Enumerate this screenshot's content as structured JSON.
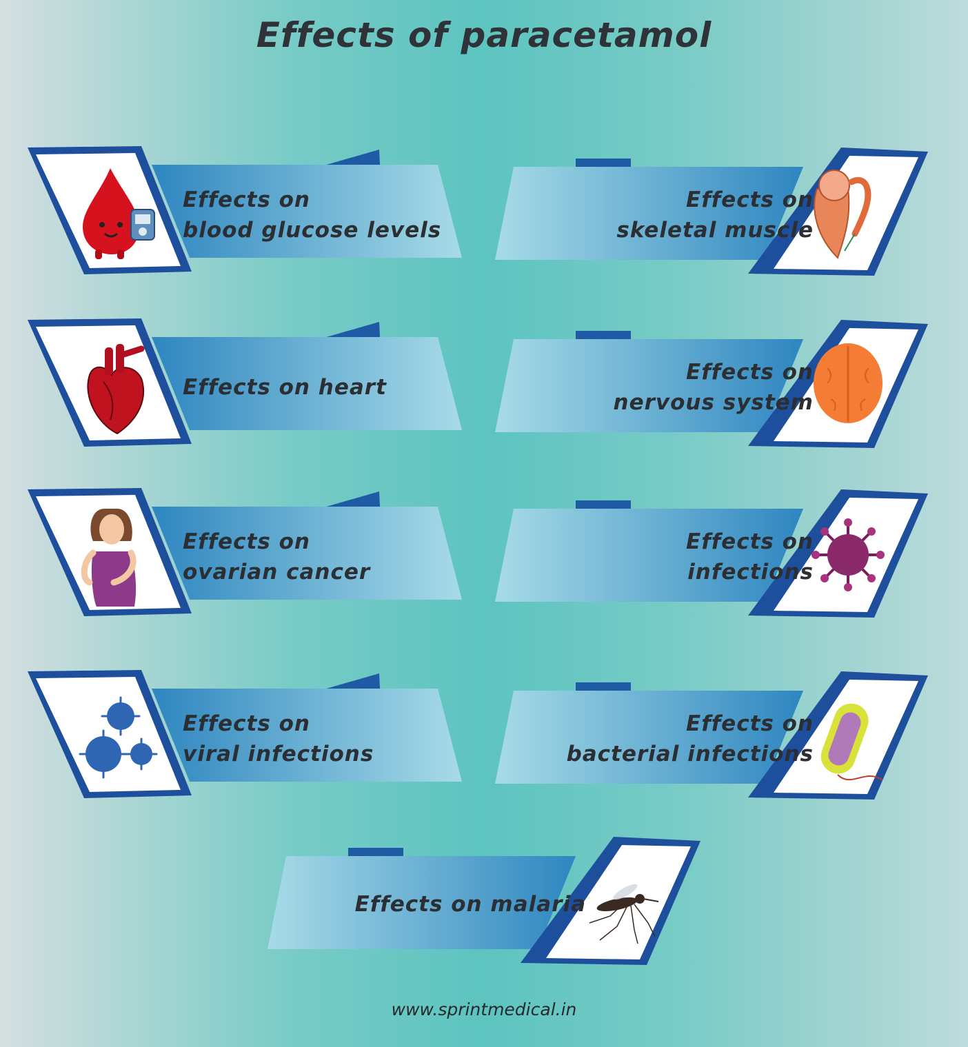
{
  "title": "Effects of paracetamol",
  "accent_colors": {
    "frame": "#1e4f9c",
    "band_dark": "#2e86c0",
    "band_light": "#a8dbe7",
    "text": "#2b2e33"
  },
  "cards": [
    {
      "lines": [
        "Effects on",
        "blood glucose levels"
      ],
      "icon": "blood-drop-glucometer-icon"
    },
    {
      "lines": [
        "Effects on",
        "skeletal muscle"
      ],
      "icon": "muscle-fiber-icon"
    },
    {
      "lines": [
        "Effects on heart"
      ],
      "icon": "heart-icon"
    },
    {
      "lines": [
        "Effects on",
        "nervous system"
      ],
      "icon": "brain-icon"
    },
    {
      "lines": [
        "Effects on",
        "ovarian cancer"
      ],
      "icon": "woman-abdominal-pain-icon"
    },
    {
      "lines": [
        "Effects on",
        "infections"
      ],
      "icon": "virus-particle-icon"
    },
    {
      "lines": [
        "Effects on",
        "viral infections"
      ],
      "icon": "virus-cluster-icon"
    },
    {
      "lines": [
        "Effects on",
        "bacterial infections"
      ],
      "icon": "bacterium-icon"
    },
    {
      "lines": [
        "Effects on malaria"
      ],
      "icon": "mosquito-icon"
    }
  ],
  "footer": "www.sprintmedical.in"
}
